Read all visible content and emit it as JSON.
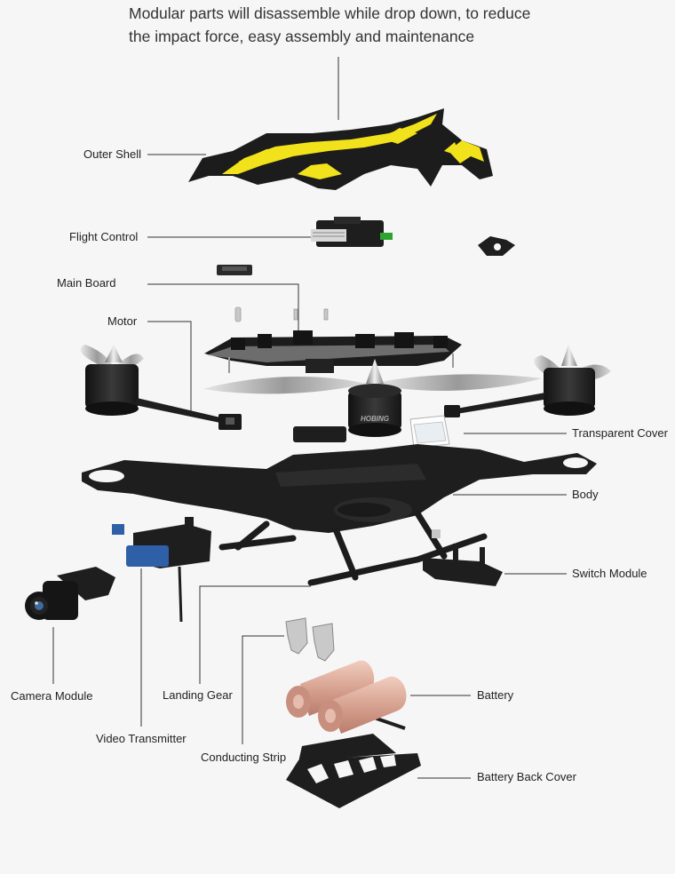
{
  "headline": {
    "line1": "Modular parts will disassemble while drop down, to reduce",
    "line2": "the impact force, easy assembly and maintenance"
  },
  "labels": {
    "outer_shell": "Outer Shell",
    "flight_control": "Flight Control",
    "main_board": "Main Board",
    "motor": "Motor",
    "transparent_cover": "Transparent Cover",
    "body": "Body",
    "switch_module": "Switch Module",
    "camera_module": "Camera Module",
    "landing_gear": "Landing Gear",
    "battery": "Battery",
    "video_transmitter": "Video Transmitter",
    "conducting_strip": "Conducting Strip",
    "battery_back_cover": "Battery Back Cover"
  },
  "motor_brand": "HOBING",
  "colors": {
    "background": "#f6f6f6",
    "frame": "#1e1e1e",
    "shell_accent": "#f2e21c",
    "battery": "#d9a89a",
    "propeller": "#b9b9b9",
    "leader_line": "#333333"
  }
}
